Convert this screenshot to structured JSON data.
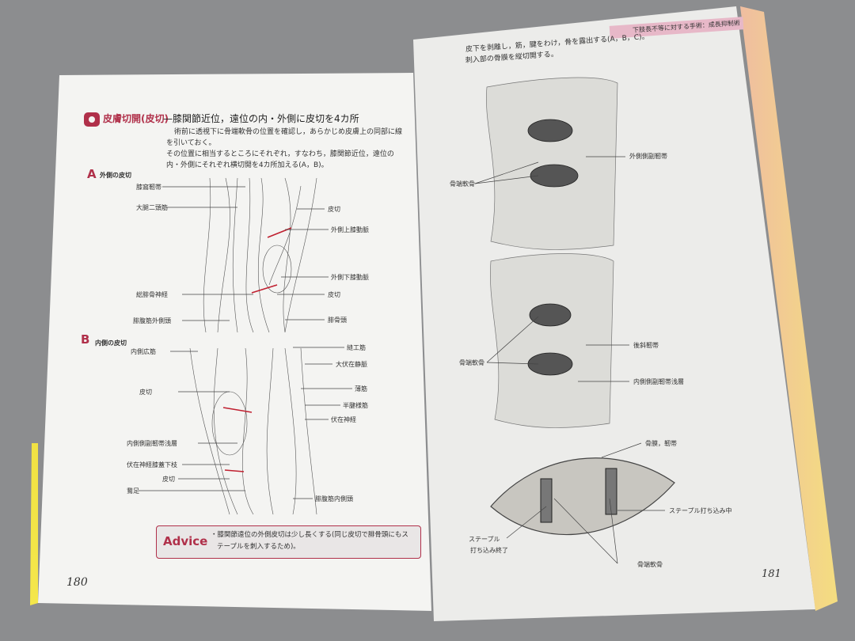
{
  "left_page": {
    "section_title": "皮膚切開(皮切)",
    "section_subtitle": "—膝関節近位，遠位の内・外側に皮切を4カ所",
    "paragraph1": "術前に透視下に骨端軟骨の位置を確認し，あらかじめ皮膚上の同部に線を引いておく。",
    "paragraph2": "その位置に相当するところにそれぞれ，すなわち，膝関節近位，遠位の内・外側にそれぞれ横切開を4カ所加える(A，B)。",
    "figure_a": {
      "letter": "A",
      "title": "外側の皮切",
      "labels": [
        "膝窩靭帯",
        "大腿二頭筋",
        "皮切",
        "外側上膝動脈",
        "外側下膝動脈",
        "総腓骨神経",
        "皮切",
        "腓腹筋外側頭",
        "腓骨頭"
      ]
    },
    "figure_b": {
      "letter": "B",
      "title": "内側の皮切",
      "labels": [
        "内側広筋",
        "縫工筋",
        "大伏在静脈",
        "皮切",
        "薄筋",
        "半腱様筋",
        "伏在神経",
        "内側側副靭帯浅層",
        "伏在神経膝蓋下枝",
        "皮切",
        "鵞足",
        "腓腹筋内側頭"
      ]
    },
    "advice": {
      "label": "Advice",
      "text1": "・膝関節遠位の外側皮切は少し長くする(同じ皮切で腓骨頭にもス",
      "text2": "テープルを刺入するため)。"
    },
    "page_number": "180"
  },
  "right_page": {
    "header": "下肢長不等に対する手術：成長抑制術",
    "paragraph1": "皮下を剥離し，筋，腱をわけ，骨を露出する(A，B，C)。",
    "paragraph2": "刺入部の骨膜を縦切開する。",
    "figure_a_labels": [
      "外側側副靭帯",
      "骨端軟骨"
    ],
    "figure_b_labels": [
      "後斜靭帯",
      "骨端軟骨",
      "内側側副靭帯浅層"
    ],
    "figure_c_labels": [
      "骨膜，靭帯",
      "ステープル打ち込み中",
      "ステープル",
      "打ち込み終了",
      "骨端軟骨"
    ],
    "page_number": "181"
  },
  "colors": {
    "accent": "#b0304a",
    "header_band": "#e7b8c8"
  }
}
